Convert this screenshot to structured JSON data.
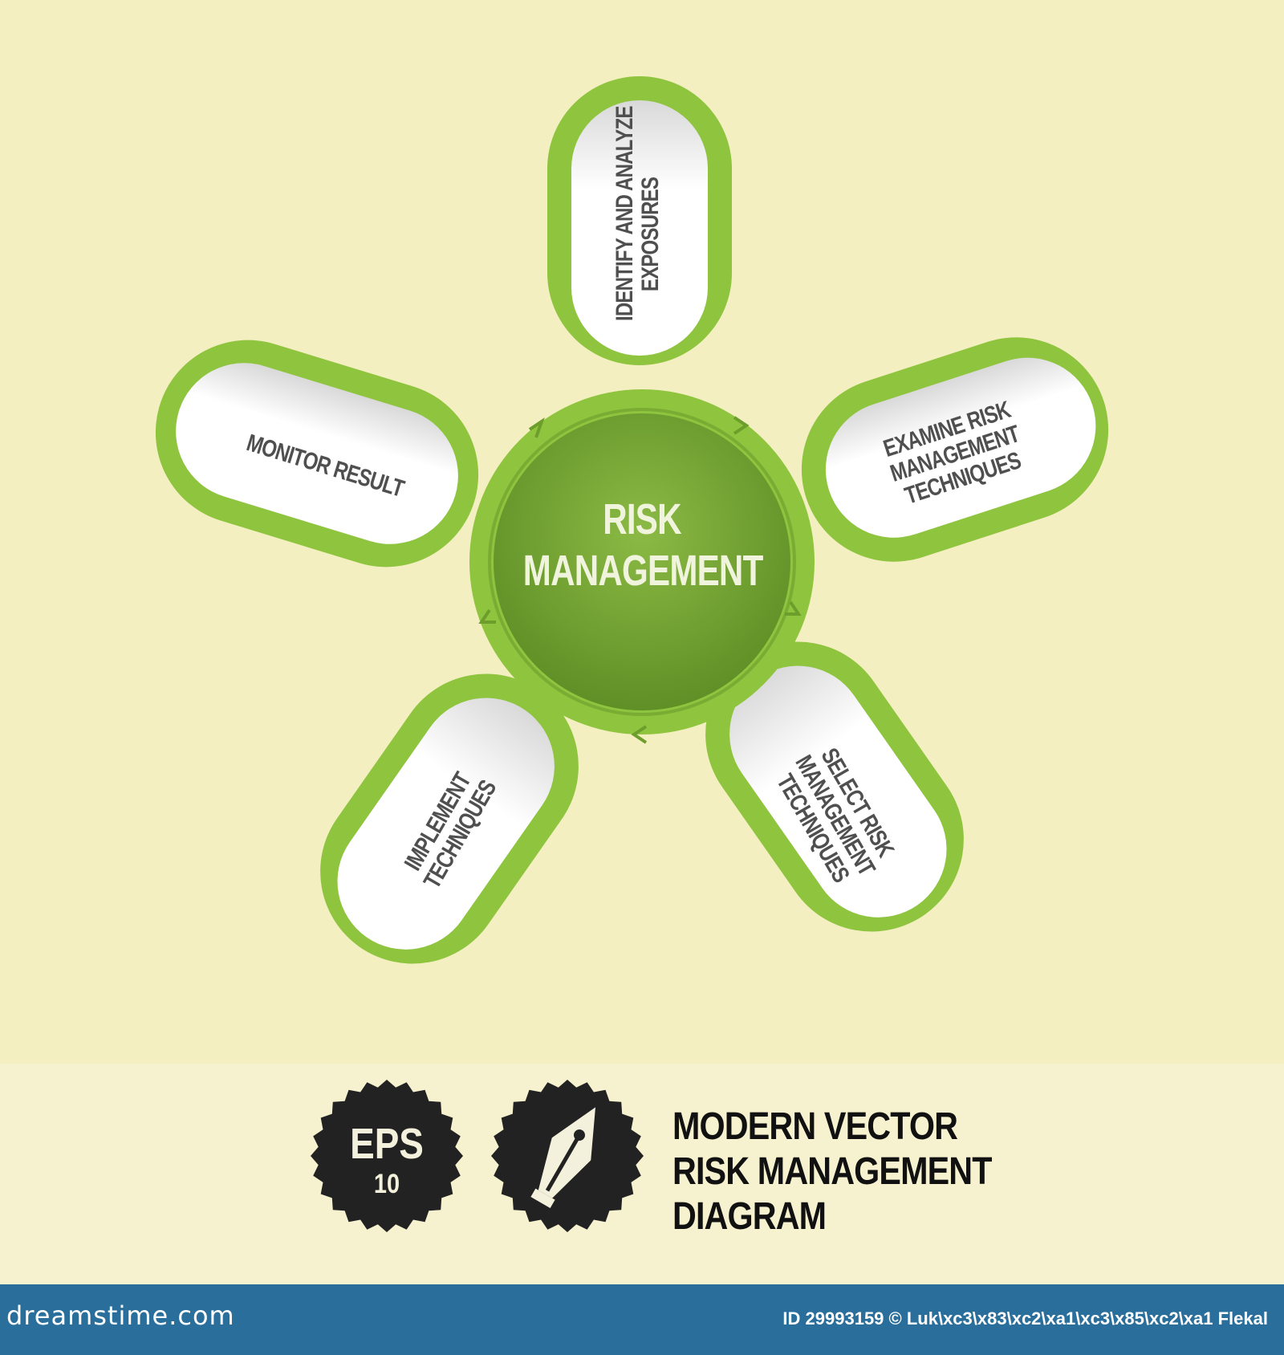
{
  "colors": {
    "background": "#f4efc0",
    "band": "#f6f2cf",
    "petal_green": "#8fc43f",
    "center_green": "#7fae3a",
    "label_gray": "#4f4f4f",
    "footer_blue": "#2a6f9b"
  },
  "center": {
    "line1": "RISK",
    "line2": "MANAGEMENT"
  },
  "petals": [
    {
      "lines": [
        "IDENTIFY AND ANALYZE",
        "EXPOSURES"
      ]
    },
    {
      "lines": [
        "EXAMINE RISK",
        "MANAGEMENT",
        "TECHNIQUES"
      ]
    },
    {
      "lines": [
        "SELECT RISK",
        "MANAGEMENT",
        "TECHNIQUES"
      ]
    },
    {
      "lines": [
        "IMPLEMENT",
        "TECHNIQUES"
      ]
    },
    {
      "lines": [
        "MONITOR RESULT"
      ]
    }
  ],
  "badges": {
    "eps": "EPS",
    "version": "10",
    "pen_icon": "pen-nib-icon"
  },
  "headline": {
    "line1": "MODERN VECTOR",
    "line2": "RISK MANAGEMENT",
    "line3": "DIAGRAM"
  },
  "footer": {
    "site": "dreamstime.com",
    "id_text": "ID 29993159 © Luk\\xc3\\x83\\xc2\\xa1\\xc3\\x85\\xc2\\xa1 Flekal"
  }
}
